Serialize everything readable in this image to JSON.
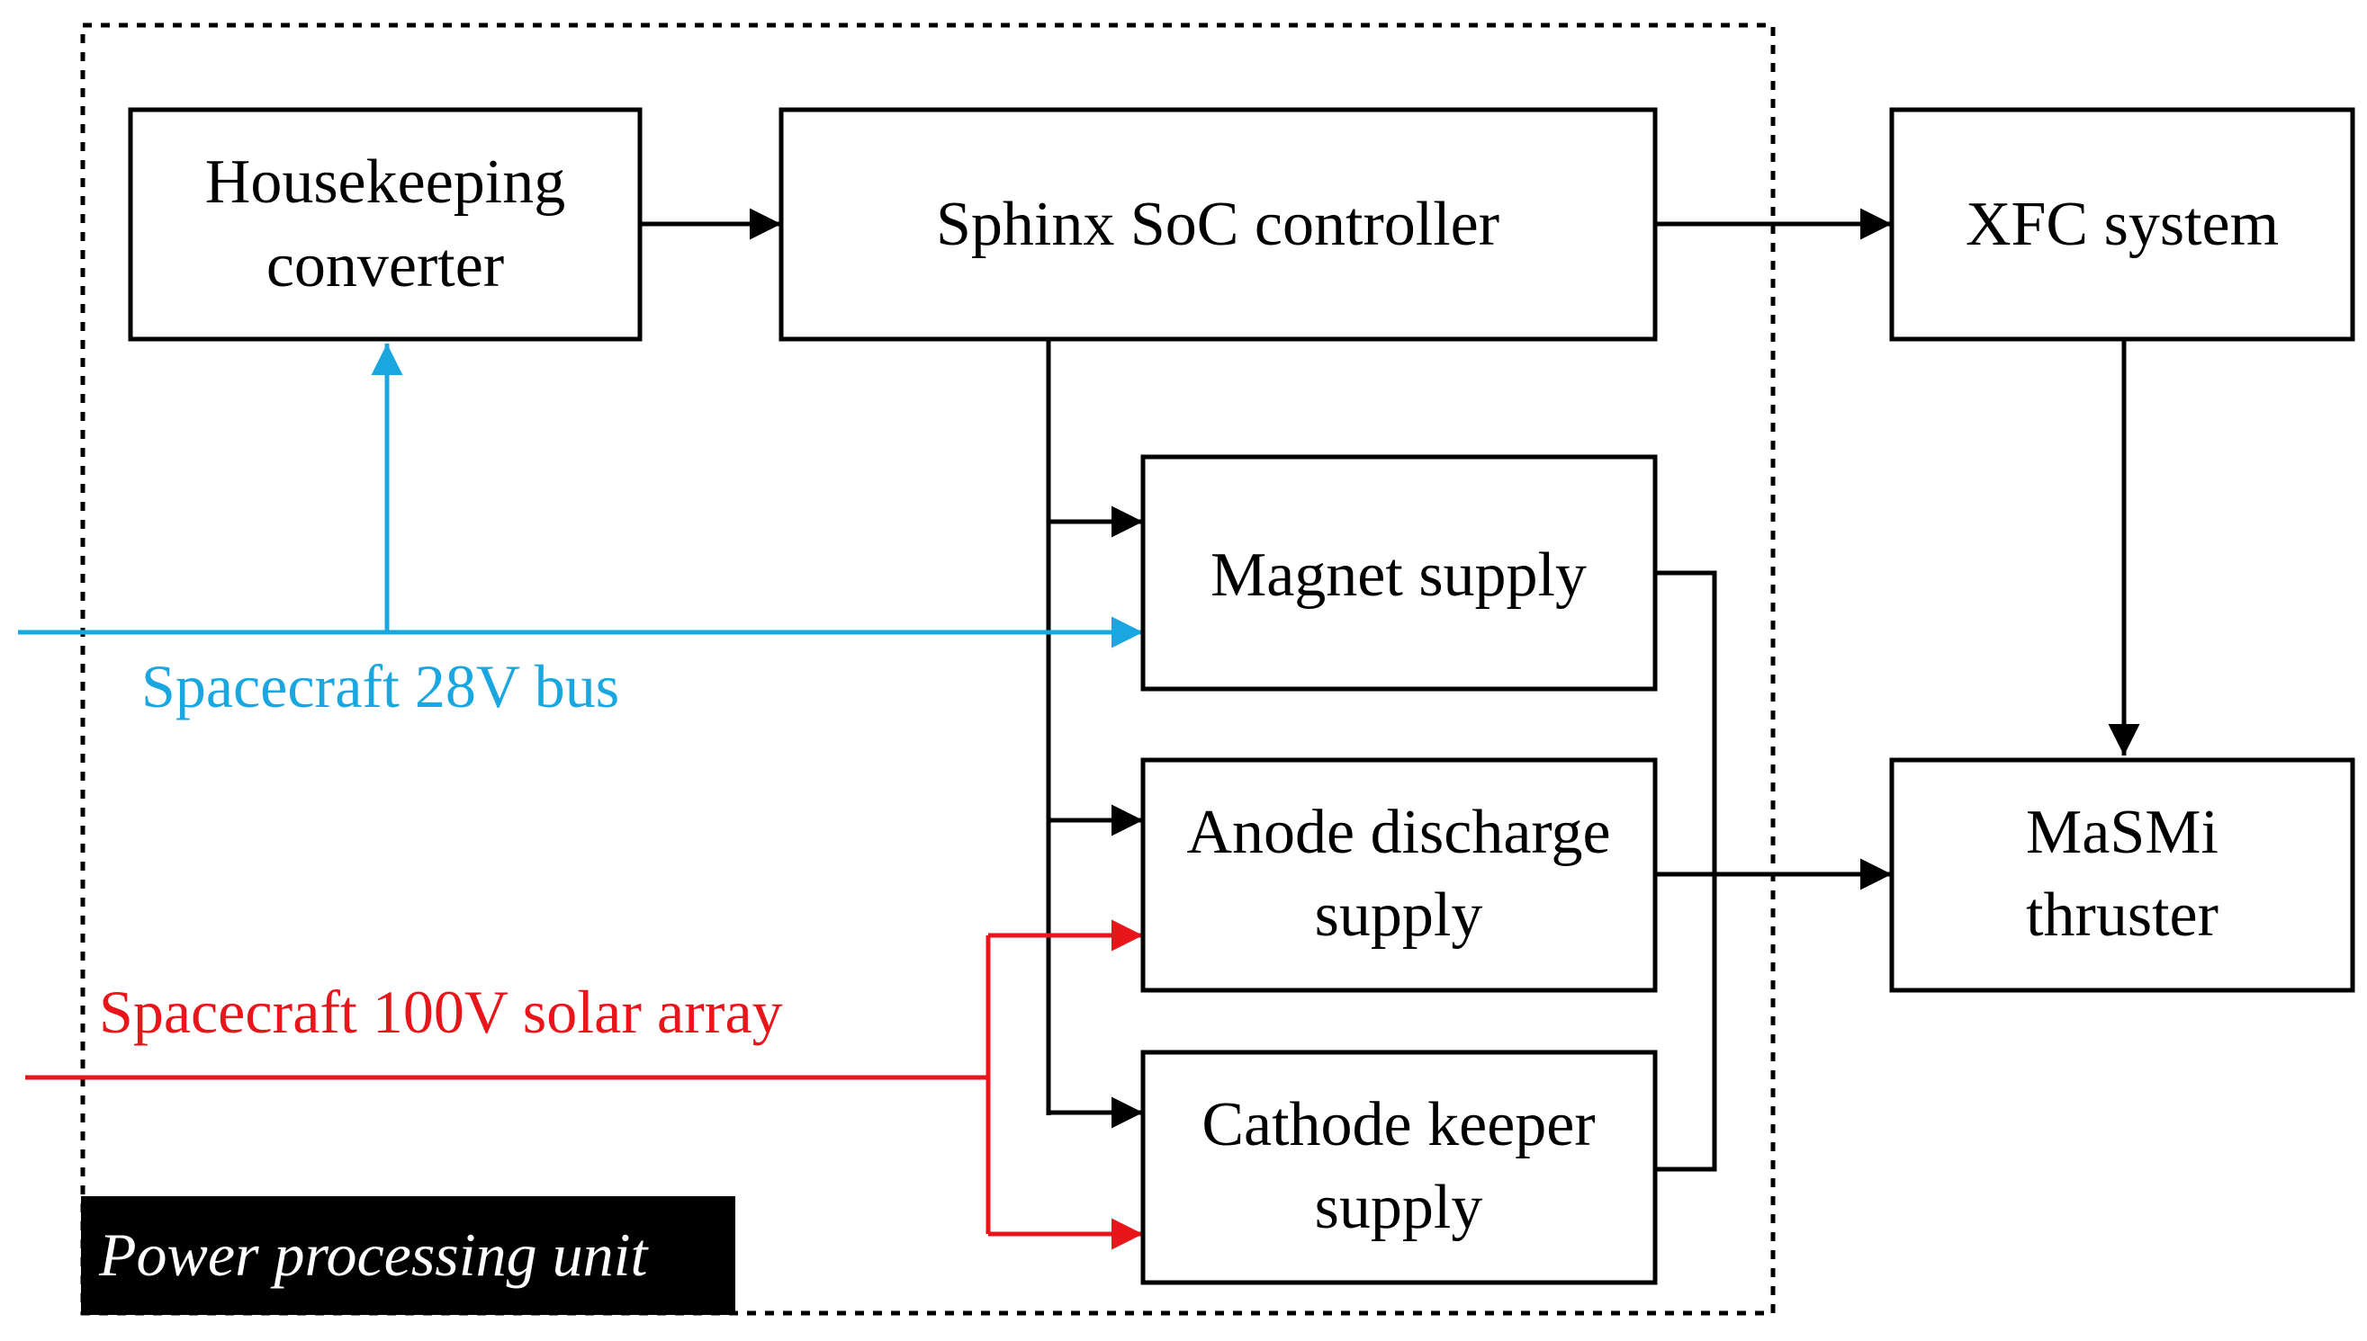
{
  "colors": {
    "line": "#000000",
    "bus_28v": "#1aa7e0",
    "solar_100v": "#e8151b",
    "ppu_label_bg": "#000000",
    "ppu_label_text": "#ffffff"
  },
  "boxes": {
    "housekeeping": {
      "line1": "Housekeeping",
      "line2": "converter"
    },
    "sphinx": {
      "line1": "Sphinx SoC controller"
    },
    "xfc": {
      "line1": "XFC system"
    },
    "magnet": {
      "line1": "Magnet supply"
    },
    "anode": {
      "line1": "Anode discharge",
      "line2": "supply"
    },
    "cathode": {
      "line1": "Cathode keeper",
      "line2": "supply"
    },
    "masmi": {
      "line1": "MaSMi",
      "line2": "thruster"
    }
  },
  "labels": {
    "bus_28v": "Spacecraft 28V bus",
    "solar_100v": "Spacecraft 100V solar array",
    "ppu": "Power processing unit"
  }
}
